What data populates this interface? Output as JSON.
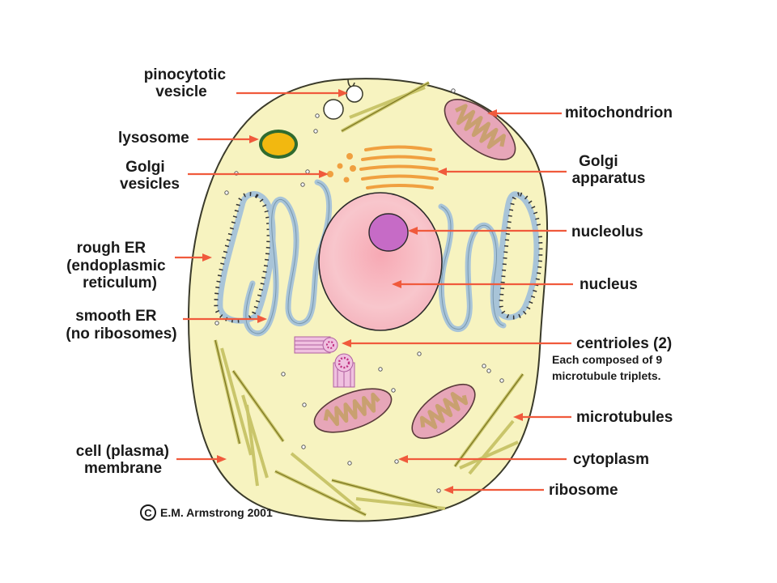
{
  "labels": {
    "pinocytotic": [
      "pinocytotic",
      "vesicle"
    ],
    "lysosome": [
      "lysosome"
    ],
    "golgi_vesicles": [
      "Golgi",
      "vesicles"
    ],
    "rough_er": [
      "rough ER",
      "(endoplasmic",
      "reticulum)"
    ],
    "smooth_er": [
      "smooth ER",
      "(no ribosomes)"
    ],
    "cell_membrane": [
      "cell (plasma)",
      "membrane"
    ],
    "mitochondrion": [
      "mitochondrion"
    ],
    "golgi_apparatus": [
      "Golgi",
      "apparatus"
    ],
    "nucleolus": [
      "nucleolus"
    ],
    "nucleus": [
      "nucleus"
    ],
    "centrioles": [
      "centrioles (2)"
    ],
    "centrioles_note": [
      "Each composed of 9",
      "microtubule triplets."
    ],
    "microtubules": [
      "microtubules"
    ],
    "cytoplasm": [
      "cytoplasm"
    ],
    "ribosome": [
      "ribosome"
    ]
  },
  "copyright": {
    "symbol": "C",
    "text": "E.M. Armstrong 2001"
  },
  "colors": {
    "cytoplasm": "#f7f3c0",
    "membrane": "#3a3a2a",
    "nucleus": "#f6b8c0",
    "nucleolus": "#c66bc6",
    "er": "#a8c4d8",
    "mitochondrion": "#e7a6b8",
    "cristae": "#c9a070",
    "golgi": "#f0a040",
    "lysosome": "#f2b810",
    "microtubule": "#c9c56a",
    "arrow": "#f05a3c"
  }
}
